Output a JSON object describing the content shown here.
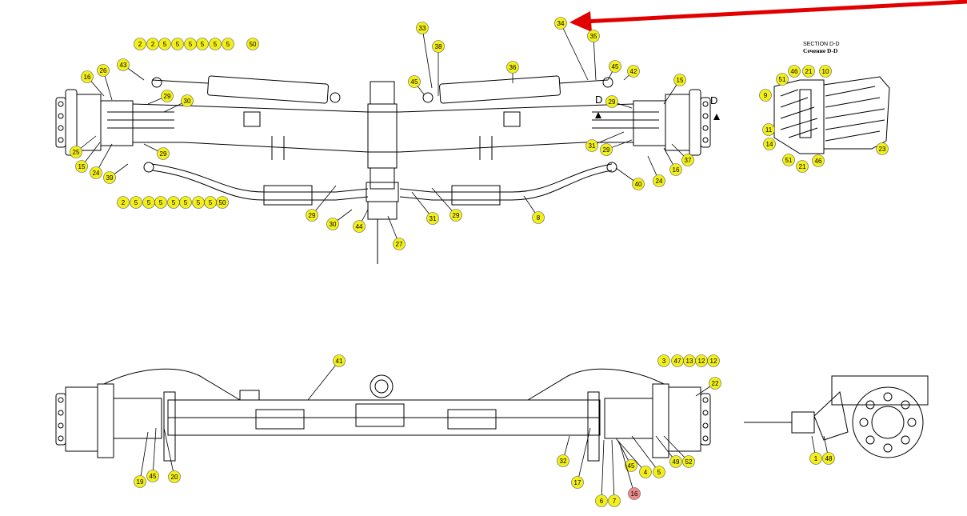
{
  "diagram": {
    "section_title": "SECTION D-D",
    "section_title_ru": "Сечение D-D",
    "section_mark": "D",
    "callout_color": "#f2ef1a",
    "highlight_color": "#f08a8a",
    "arrow_color": "#e00000",
    "callouts": {
      "c2a": "2",
      "c2b": "2",
      "c5a": "5",
      "c5b": "5",
      "c5c": "5",
      "c5d": "5",
      "c5e": "5",
      "c5f": "5",
      "c50a": "50",
      "c33": "33",
      "c38": "38",
      "c34": "34",
      "c35": "35",
      "c36": "36",
      "c45a": "45",
      "c42": "42",
      "c45b": "45",
      "c15a": "15",
      "c43": "43",
      "c16a": "16",
      "c26": "26",
      "c29a": "29",
      "c30a": "30",
      "c25": "25",
      "c15b": "15",
      "c24a": "24",
      "c39": "39",
      "c29b": "29",
      "c29c": "29",
      "c31a": "31",
      "c29d": "29",
      "c37": "37",
      "c16b": "16",
      "c24b": "24",
      "c40": "40",
      "c2c": "2",
      "c5g": "5",
      "c5h": "5",
      "c5i": "5",
      "c5j": "5",
      "c5k": "5",
      "c5l": "5",
      "c5m": "5",
      "c50b": "50",
      "c29e": "29",
      "c30b": "30",
      "c44": "44",
      "c27": "27",
      "c31b": "31",
      "c29f": "29",
      "c8": "8",
      "d46a": "46",
      "d21a": "21",
      "d10": "10",
      "d51a": "51",
      "d9": "9",
      "d11": "11",
      "d14": "14",
      "d23": "23",
      "d51b": "51",
      "d21b": "21",
      "d46b": "46",
      "b41": "41",
      "b3": "3",
      "b47": "47",
      "b13": "13",
      "b12a": "12",
      "b12b": "12",
      "b22": "22",
      "b19": "19",
      "b45a": "45",
      "b20": "20",
      "b32": "32",
      "b17": "17",
      "b45b": "45",
      "b4": "4",
      "b5": "5",
      "b49": "49",
      "b52": "52",
      "b6": "6",
      "b7": "7",
      "b16": "16",
      "e1": "1",
      "e48": "48"
    }
  }
}
